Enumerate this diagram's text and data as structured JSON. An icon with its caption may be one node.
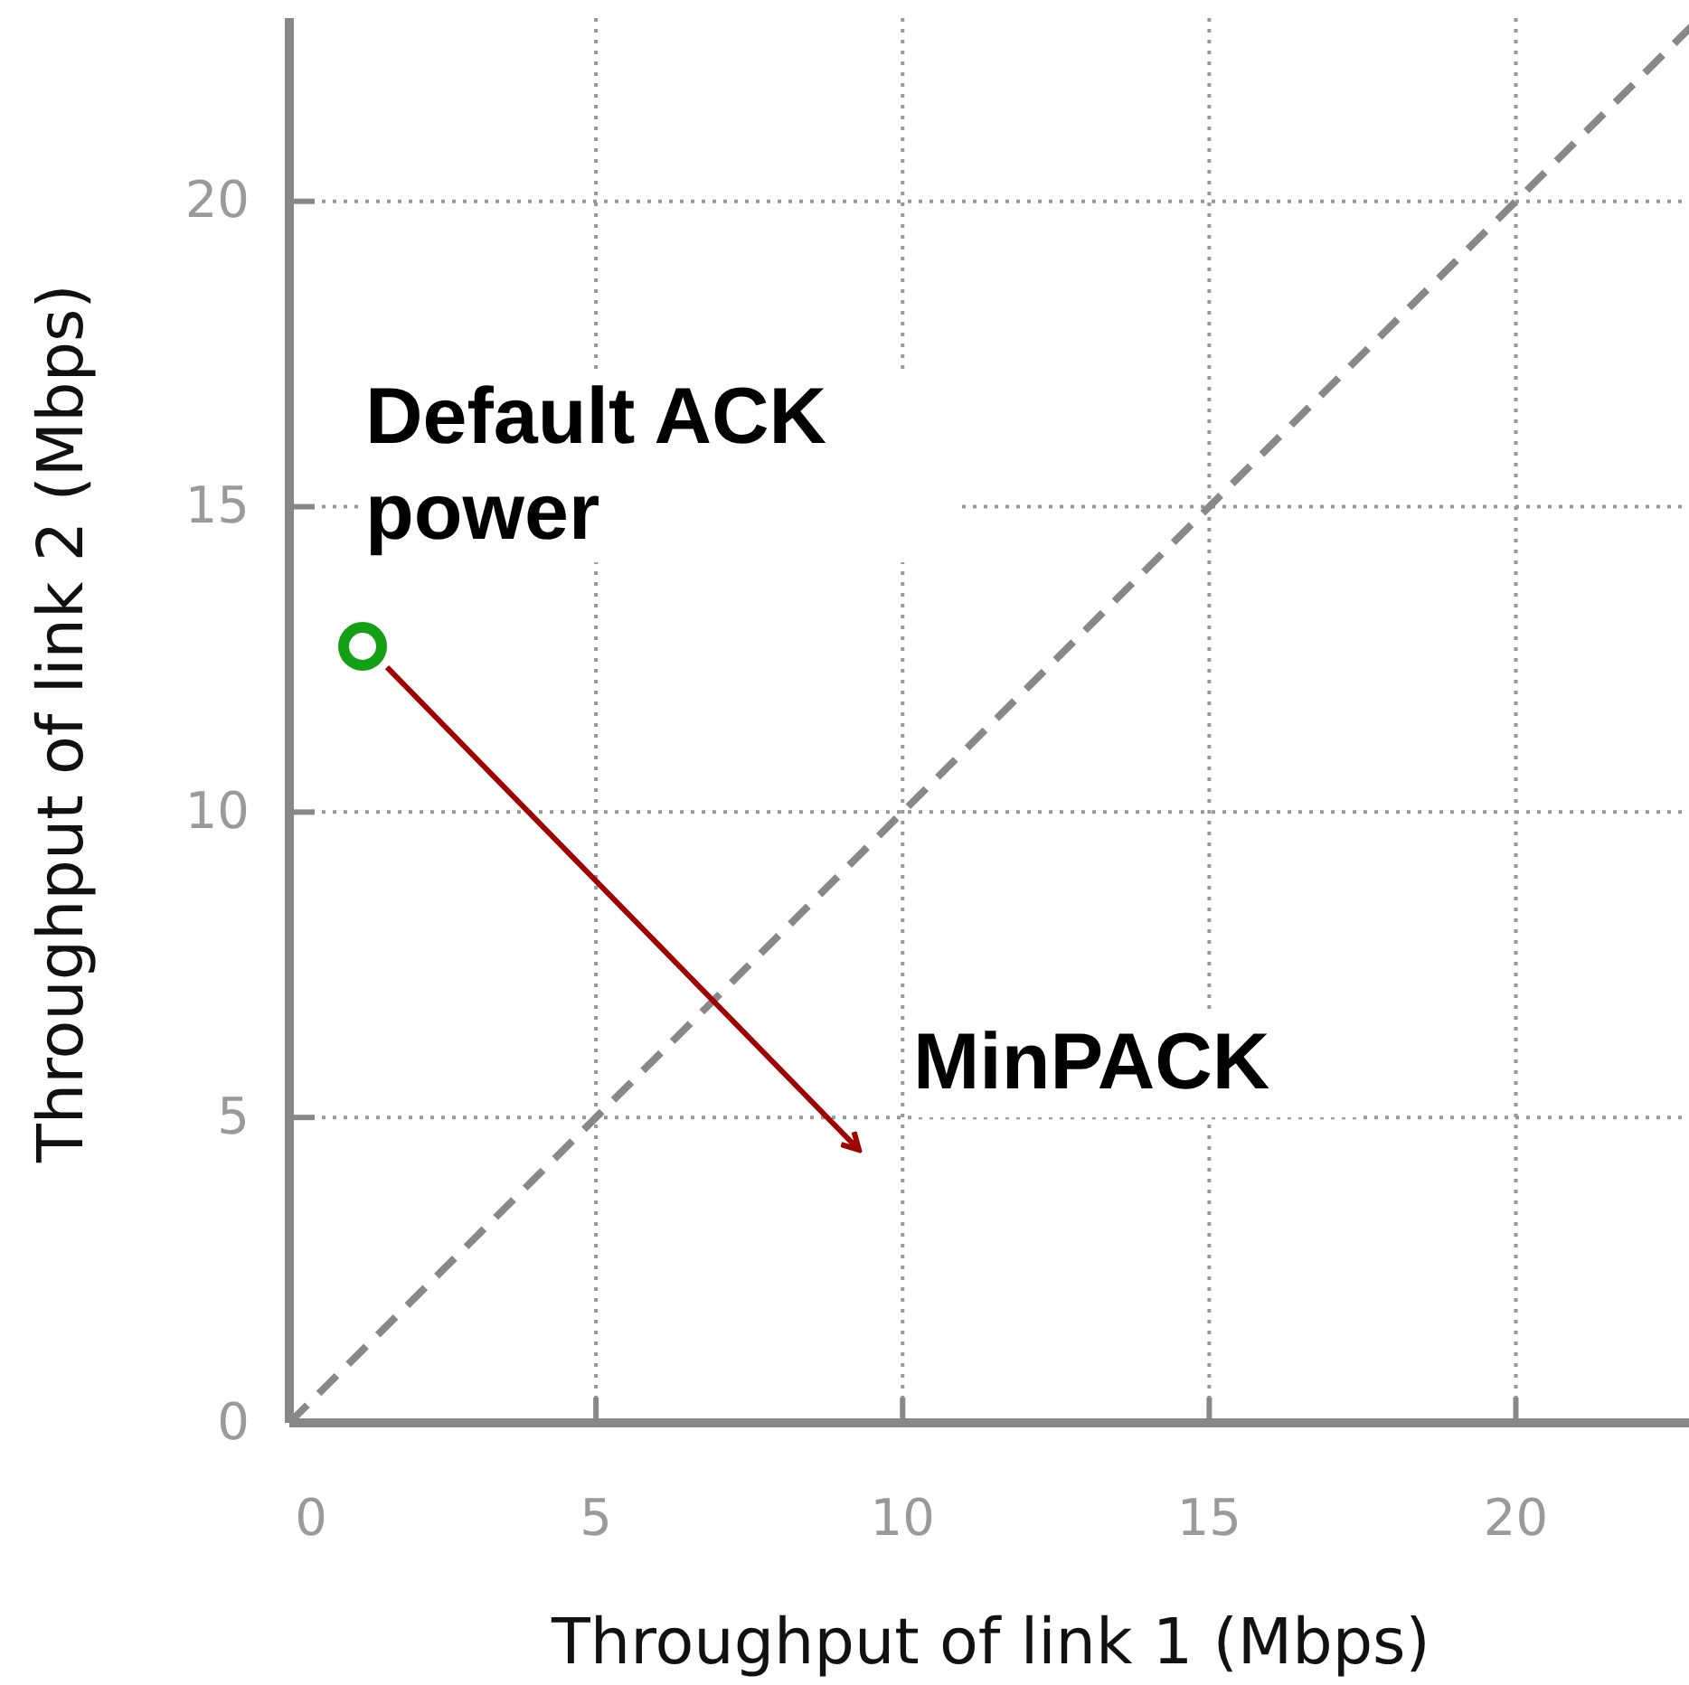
{
  "diagram": {
    "nodes": [
      {
        "text": [
          "Default ACK power"
        ]
      },
      {
        "text": [],
        "shape": "circle"
      },
      {
        "text": [
          "MinPACK"
        ]
      }
    ],
    "edges": [
      {
        "from": 1,
        "to": 2,
        "arrow": "to",
        "color": "#a00000"
      }
    ],
    "chart_data": {
      "type": "line",
      "xlabel": "Throughput of link 1 (Mbps)",
      "ylabel": "Throughput of link 2 (Mbps)",
      "x": [
        0,
        23
      ],
      "series": [
        {
          "color": "#888888",
          "line_style": "dashed",
          "values": [
            0,
            23
          ]
        }
      ],
      "grid": true,
      "xlim": [
        0,
        23
      ],
      "ylim": [
        0,
        23
      ],
      "xticks": [
        0,
        5,
        10,
        15,
        20
      ],
      "yticks": [
        0,
        5,
        10,
        15,
        20
      ]
    }
  }
}
